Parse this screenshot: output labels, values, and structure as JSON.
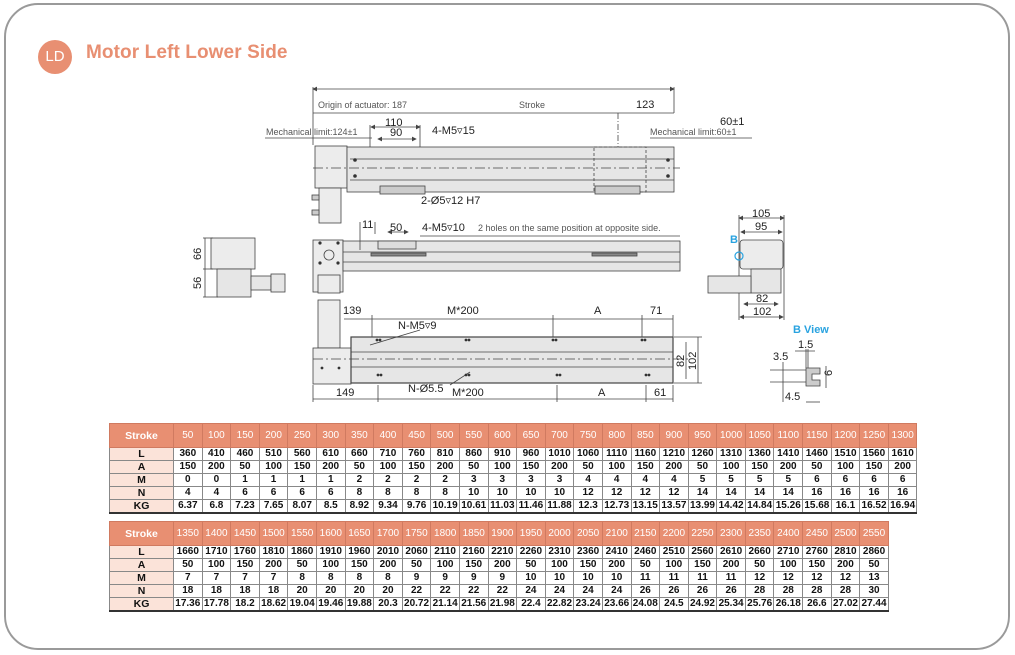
{
  "header": {
    "badge": "LD",
    "title": "Motor Left Lower Side"
  },
  "colors": {
    "accent": "#e88f72",
    "row_header_bg": "#fbe3d9",
    "b_view_label": "#29a3e0"
  },
  "drawing": {
    "origin_label": "Origin of actuator: 187",
    "stroke_label": "Stroke",
    "dim_123": "123",
    "dim_110": "110",
    "dim_90": "90",
    "mech_limit_left": "Mechanical limit:124±1",
    "mech_limit_right": "Mechanical limit:60±1",
    "dim_60": "60±1",
    "callout_4m5_15": "4-M5▿15",
    "callout_2d5_12": "2-Ø5▿12 H7",
    "dim_11": "11",
    "dim_50": "50",
    "callout_4m5_10": "4-M5▿10",
    "note_opposite": "2 holes on the same position at opposite side.",
    "dim_66": "66",
    "dim_56": "56",
    "dim_105": "105",
    "dim_95": "95",
    "dim_82_side": "82",
    "dim_102_side": "102",
    "b_marker": "B",
    "b_view_title": "B View",
    "bview_15": "1.5",
    "bview_35": "3.5",
    "bview_45": "4.5",
    "bview_6": "6",
    "dim_139": "139",
    "dim_m200_top": "M*200",
    "dim_a_top": "A",
    "dim_71": "71",
    "callout_nm5_9": "N-M5▿9",
    "callout_nd55": "N-Ø5.5",
    "dim_149": "149",
    "dim_m200_bot": "M*200",
    "dim_a_bot": "A",
    "dim_61": "61",
    "dim_82_bot": "82",
    "dim_102_bot": "102"
  },
  "tables": [
    {
      "row_labels": [
        "Stroke",
        "L",
        "A",
        "M",
        "N",
        "KG"
      ],
      "stroke": [
        "50",
        "100",
        "150",
        "200",
        "250",
        "300",
        "350",
        "400",
        "450",
        "500",
        "550",
        "600",
        "650",
        "700",
        "750",
        "800",
        "850",
        "900",
        "950",
        "1000",
        "1050",
        "1100",
        "1150",
        "1200",
        "1250",
        "1300"
      ],
      "L": [
        "360",
        "410",
        "460",
        "510",
        "560",
        "610",
        "660",
        "710",
        "760",
        "810",
        "860",
        "910",
        "960",
        "1010",
        "1060",
        "1110",
        "1160",
        "1210",
        "1260",
        "1310",
        "1360",
        "1410",
        "1460",
        "1510",
        "1560",
        "1610"
      ],
      "A": [
        "150",
        "200",
        "50",
        "100",
        "150",
        "200",
        "50",
        "100",
        "150",
        "200",
        "50",
        "100",
        "150",
        "200",
        "50",
        "100",
        "150",
        "200",
        "50",
        "100",
        "150",
        "200",
        "50",
        "100",
        "150",
        "200"
      ],
      "M": [
        "0",
        "0",
        "1",
        "1",
        "1",
        "1",
        "2",
        "2",
        "2",
        "2",
        "3",
        "3",
        "3",
        "3",
        "4",
        "4",
        "4",
        "4",
        "5",
        "5",
        "5",
        "5",
        "6",
        "6",
        "6",
        "6"
      ],
      "N": [
        "4",
        "4",
        "6",
        "6",
        "6",
        "6",
        "8",
        "8",
        "8",
        "8",
        "10",
        "10",
        "10",
        "10",
        "12",
        "12",
        "12",
        "12",
        "14",
        "14",
        "14",
        "14",
        "16",
        "16",
        "16",
        "16"
      ],
      "KG": [
        "6.37",
        "6.8",
        "7.23",
        "7.65",
        "8.07",
        "8.5",
        "8.92",
        "9.34",
        "9.76",
        "10.19",
        "10.61",
        "11.03",
        "11.46",
        "11.88",
        "12.3",
        "12.73",
        "13.15",
        "13.57",
        "13.99",
        "14.42",
        "14.84",
        "15.26",
        "15.68",
        "16.1",
        "16.52",
        "16.94"
      ]
    },
    {
      "row_labels": [
        "Stroke",
        "L",
        "A",
        "M",
        "N",
        "KG"
      ],
      "stroke": [
        "1350",
        "1400",
        "1450",
        "1500",
        "1550",
        "1600",
        "1650",
        "1700",
        "1750",
        "1800",
        "1850",
        "1900",
        "1950",
        "2000",
        "2050",
        "2100",
        "2150",
        "2200",
        "2250",
        "2300",
        "2350",
        "2400",
        "2450",
        "2500",
        "2550"
      ],
      "L": [
        "1660",
        "1710",
        "1760",
        "1810",
        "1860",
        "1910",
        "1960",
        "2010",
        "2060",
        "2110",
        "2160",
        "2210",
        "2260",
        "2310",
        "2360",
        "2410",
        "2460",
        "2510",
        "2560",
        "2610",
        "2660",
        "2710",
        "2760",
        "2810",
        "2860"
      ],
      "A": [
        "50",
        "100",
        "150",
        "200",
        "50",
        "100",
        "150",
        "200",
        "50",
        "100",
        "150",
        "200",
        "50",
        "100",
        "150",
        "200",
        "50",
        "100",
        "150",
        "200",
        "50",
        "100",
        "150",
        "200",
        "50"
      ],
      "M": [
        "7",
        "7",
        "7",
        "7",
        "8",
        "8",
        "8",
        "8",
        "9",
        "9",
        "9",
        "9",
        "10",
        "10",
        "10",
        "10",
        "11",
        "11",
        "11",
        "11",
        "12",
        "12",
        "12",
        "12",
        "13"
      ],
      "N": [
        "18",
        "18",
        "18",
        "18",
        "20",
        "20",
        "20",
        "20",
        "22",
        "22",
        "22",
        "22",
        "24",
        "24",
        "24",
        "24",
        "26",
        "26",
        "26",
        "26",
        "28",
        "28",
        "28",
        "28",
        "30"
      ],
      "KG": [
        "17.36",
        "17.78",
        "18.2",
        "18.62",
        "19.04",
        "19.46",
        "19.88",
        "20.3",
        "20.72",
        "21.14",
        "21.56",
        "21.98",
        "22.4",
        "22.82",
        "23.24",
        "23.66",
        "24.08",
        "24.5",
        "24.92",
        "25.34",
        "25.76",
        "26.18",
        "26.6",
        "27.02",
        "27.44"
      ]
    }
  ]
}
